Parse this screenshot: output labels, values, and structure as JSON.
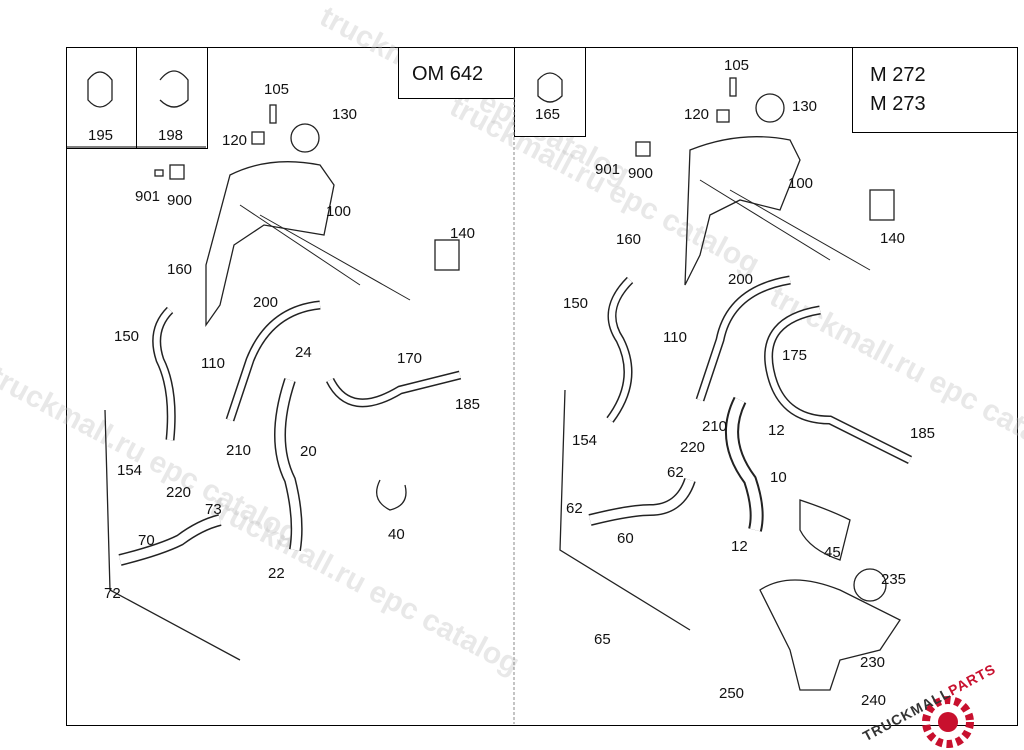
{
  "left_panel": {
    "engine_label": "OM 642",
    "inset_parts": [
      {
        "number": "195",
        "icon": "hose-clamp-icon"
      },
      {
        "number": "198",
        "icon": "hose-clamp-icon"
      }
    ],
    "part_numbers": [
      "105",
      "130",
      "120",
      "901",
      "900",
      "100",
      "140",
      "160",
      "200",
      "150",
      "110",
      "24",
      "170",
      "185",
      "154",
      "210",
      "220",
      "20",
      "73",
      "70",
      "72",
      "40",
      "22"
    ]
  },
  "right_panel": {
    "engine_label_line1": "M 272",
    "engine_label_line2": "M 273",
    "inset_parts": [
      {
        "number": "165",
        "icon": "hose-clamp-icon"
      }
    ],
    "part_numbers": [
      "105",
      "120",
      "130",
      "901",
      "900",
      "100",
      "140",
      "160",
      "200",
      "150",
      "110",
      "175",
      "185",
      "154",
      "220",
      "210",
      "12",
      "10",
      "62",
      "60",
      "45",
      "235",
      "65",
      "230",
      "250",
      "240"
    ]
  },
  "watermarks": [
    "truckmall.ru epc catalog",
    "truckmall.ru epc catalog",
    "truckmall.ru epc catalog",
    "truckmall.ru epc catalog",
    "truckmall.ru epc catalog"
  ],
  "brand": {
    "name_part1": "TRUCKMALL",
    "name_part2": "PARTS",
    "color_dark": "#333333",
    "color_accent": "#c8102e"
  }
}
